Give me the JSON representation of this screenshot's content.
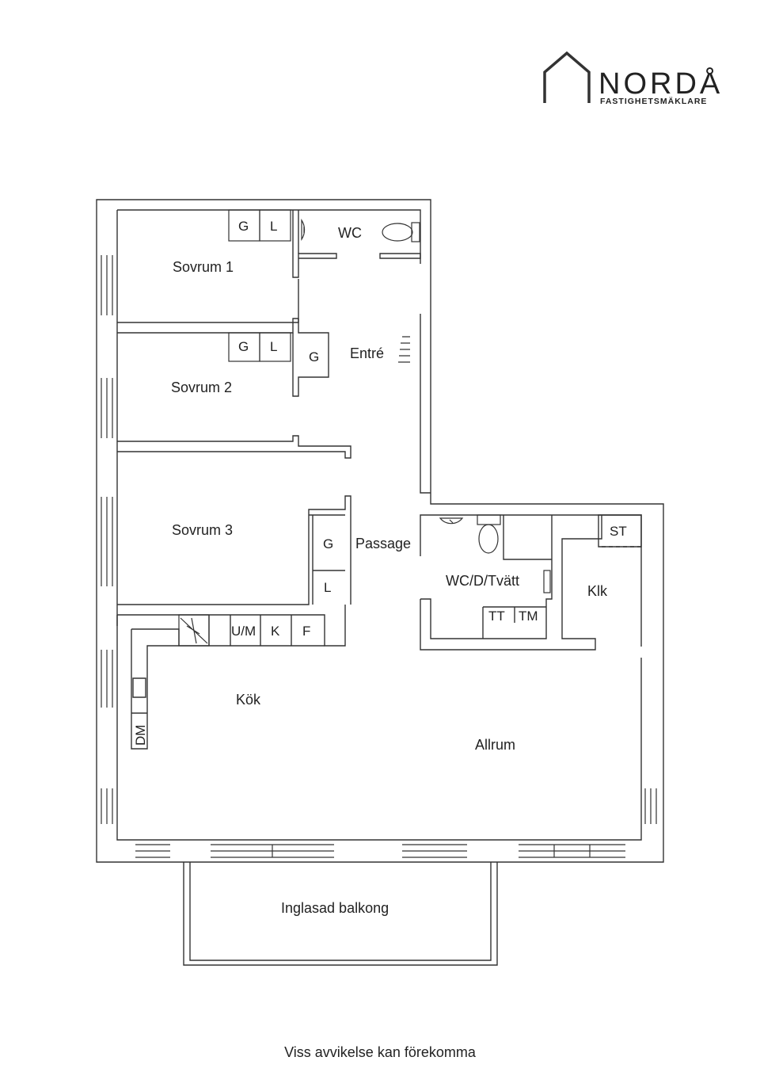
{
  "logo": {
    "brand": "NORDÅ",
    "tagline": "FASTIGHETSMÄKLARE",
    "icon": "house-outline-icon"
  },
  "rooms": {
    "sovrum1": "Sovrum 1",
    "sovrum2": "Sovrum 2",
    "sovrum3": "Sovrum 3",
    "wc": "WC",
    "entre": "Entré",
    "passage": "Passage",
    "wc_d_tvatt": "WC/D/Tvätt",
    "klk": "Klk",
    "kok": "Kök",
    "allrum": "Allrum",
    "balkong": "Inglasad balkong"
  },
  "fixtures": {
    "g1": "G",
    "l1": "L",
    "g2": "G",
    "l2": "L",
    "g_entre": "G",
    "g3": "G",
    "l3": "L",
    "um": "U/M",
    "k": "K",
    "f": "F",
    "dm": "DM",
    "st": "ST",
    "tt": "TT",
    "tm": "TM"
  },
  "footer": {
    "note": "Viss avvikelse kan förekomma"
  },
  "colors": {
    "lines": "#333333",
    "text": "#222222",
    "background": "#ffffff"
  }
}
